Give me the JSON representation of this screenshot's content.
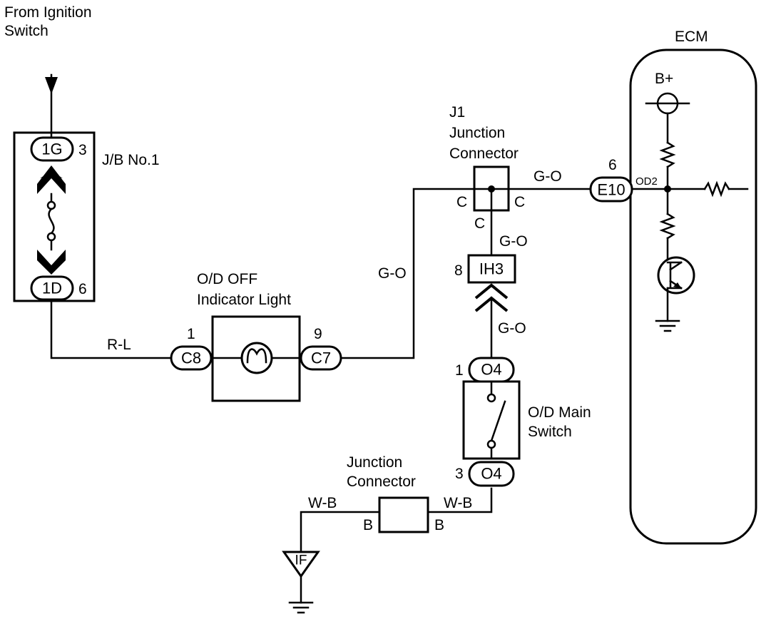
{
  "from_ignition": [
    "From Ignition",
    "Switch"
  ],
  "jb": {
    "title": "J/B No.1",
    "top_pin": "1G",
    "top_num": "3",
    "bottom_pin": "1D",
    "bottom_num": "6"
  },
  "indicator": {
    "title": [
      "O/D OFF",
      "Indicator Light"
    ],
    "left_pin": "C8",
    "left_num": "1",
    "right_pin": "C7",
    "right_num": "9"
  },
  "j1": {
    "title": [
      "J1",
      "Junction",
      "Connector"
    ],
    "left": "C",
    "right": "C",
    "bottom": "C"
  },
  "ih3": {
    "pin": "IH3",
    "num": "8"
  },
  "main_switch": {
    "title": [
      "O/D Main",
      "Switch"
    ],
    "top_pin": "O4",
    "top_num": "1",
    "bottom_pin": "O4",
    "bottom_num": "3"
  },
  "junction2": {
    "title": [
      "Junction",
      "Connector"
    ],
    "left": "B",
    "right": "B"
  },
  "ground_pin": "IF",
  "ecm": {
    "title": "ECM",
    "pin": "E10",
    "num": "6",
    "terminal": "OD2",
    "supply": "B+"
  },
  "wires": {
    "rl": "R-L",
    "go_indicator": "G-O",
    "go_ecm": "G-O",
    "go_upper": "G-O",
    "go_lower": "G-O",
    "wb_left": "W-B",
    "wb_right": "W-B"
  }
}
